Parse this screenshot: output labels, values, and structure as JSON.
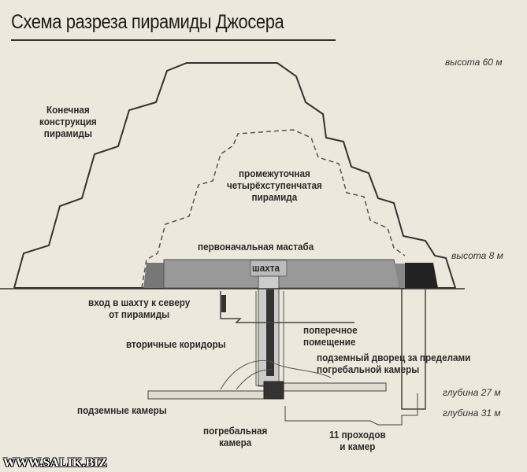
{
  "title": "Схема разреза пирамиды Джосера",
  "heights": {
    "top": "высота 60 м",
    "mastaba": "высота 8 м",
    "depth27": "глубина 27 м",
    "depth31": "глубина 31 м"
  },
  "labels": {
    "final_line1": "Конечная",
    "final_line2": "конструкция",
    "final_line3": "пирамиды",
    "inter_line1": "промежуточная",
    "inter_line2": "четырёхступенчатая",
    "inter_line3": "пирамида",
    "mastaba": "первоначальная мастаба",
    "shaft": "шахта",
    "entrance_line1": "вход в шахту к северу",
    "entrance_line2": "от пирамиды",
    "transverse_line1": "поперечное",
    "transverse_line2": "помещение",
    "secondary": "вторичные коридоры",
    "palace_line1": "подземный дворец за пределами",
    "palace_line2": "погребальной камеры",
    "underground": "подземные камеры",
    "burial_line1": "погребальная",
    "burial_line2": "камера",
    "passages_line1": "11 проходов",
    "passages_line2": "и камер"
  },
  "watermark": "WWW.SALIK.BIZ"
}
